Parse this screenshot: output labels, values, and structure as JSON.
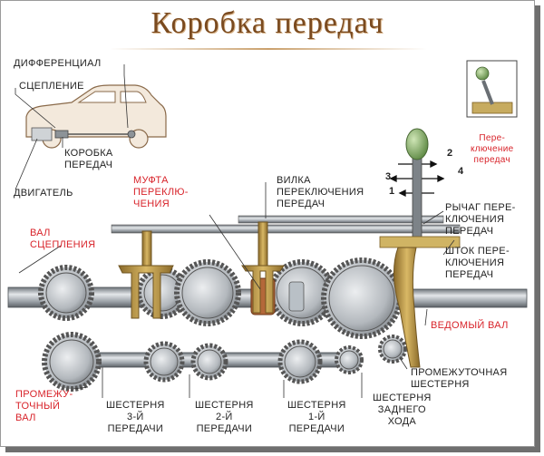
{
  "title": "Коробка передач",
  "labels": {
    "differential": "ДИФФЕРЕНЦИАЛ",
    "clutch": "СЦЕПЛЕНИЕ",
    "gearbox": "КОРОБКА\nПЕРЕДАЧ",
    "engine": "ДВИГАТЕЛЬ",
    "shift_sleeve": "МУФТА\nПЕРЕКЛЮ-\nЧЕНИЯ",
    "shift_fork": "ВИЛКА\nПЕРЕКЛЮЧЕНИЯ\nПЕРЕДАЧ",
    "shifting": "Пере-\nключение\nпередач",
    "shift_lever": "РЫЧАГ ПЕРЕ-\nКЛЮЧЕНИЯ\nПЕРЕДАЧ",
    "shift_rod": "ШТОК ПЕРЕ-\nКЛЮЧЕНИЯ\nПЕРЕДАЧ",
    "clutch_shaft": "ВАЛ\nСЦЕПЛЕНИЯ",
    "driven_shaft": "ВЕДОМЫЙ ВАЛ",
    "intermediate_gear": "ПРОМЕЖУТОЧНАЯ\nШЕСТЕРНЯ",
    "intermediate_shaft": "ПРОМЕЖУ-\nТОЧНЫЙ\nВАЛ",
    "gear3": "ШЕСТЕРНЯ\n3-Й\nПЕРЕДАЧИ",
    "gear2": "ШЕСТЕРНЯ\n2-Й\nПЕРЕДАЧИ",
    "gear1": "ШЕСТЕРНЯ\n1-Й\nПЕРЕДАЧИ",
    "reverse_gear": "ШЕСТЕРНЯ\nЗАДНЕГО\nХОДА"
  },
  "shift_pattern": {
    "n1": "1",
    "n2": "2",
    "n3": "3",
    "n4": "4"
  },
  "colors": {
    "title": "#7a4a1f",
    "red_label": "#d8232a",
    "fork": "#b08a3c",
    "lever": "#7aa45e",
    "steel": "#b9bec4"
  }
}
